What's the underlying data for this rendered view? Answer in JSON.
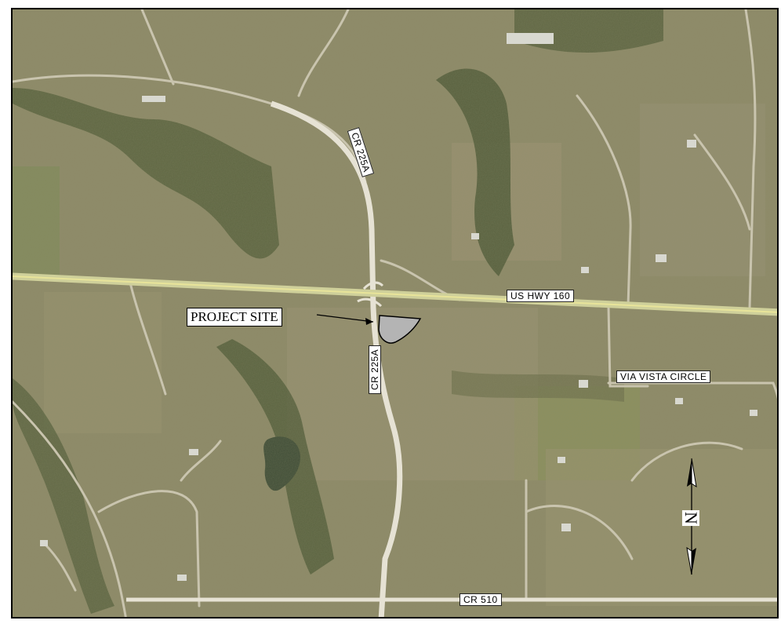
{
  "map": {
    "labels": {
      "project_site": "PROJECT SITE",
      "us_hwy_160": "US HWY 160",
      "cr_225a_north": "CR 225A",
      "cr_225a_south": "CR 225A",
      "via_vista_circle": "VIA VISTA CIRCLE",
      "cr_510": "CR 510"
    },
    "north_arrow": {
      "letter": "N",
      "icon": "north-arrow-icon"
    },
    "colors": {
      "terrain": "#8f8a68",
      "vegetation": "#4f5a36",
      "highway": "#d9d48a",
      "roads": "#c9c4ae",
      "project_site_fill": "#b4b4b4"
    }
  }
}
